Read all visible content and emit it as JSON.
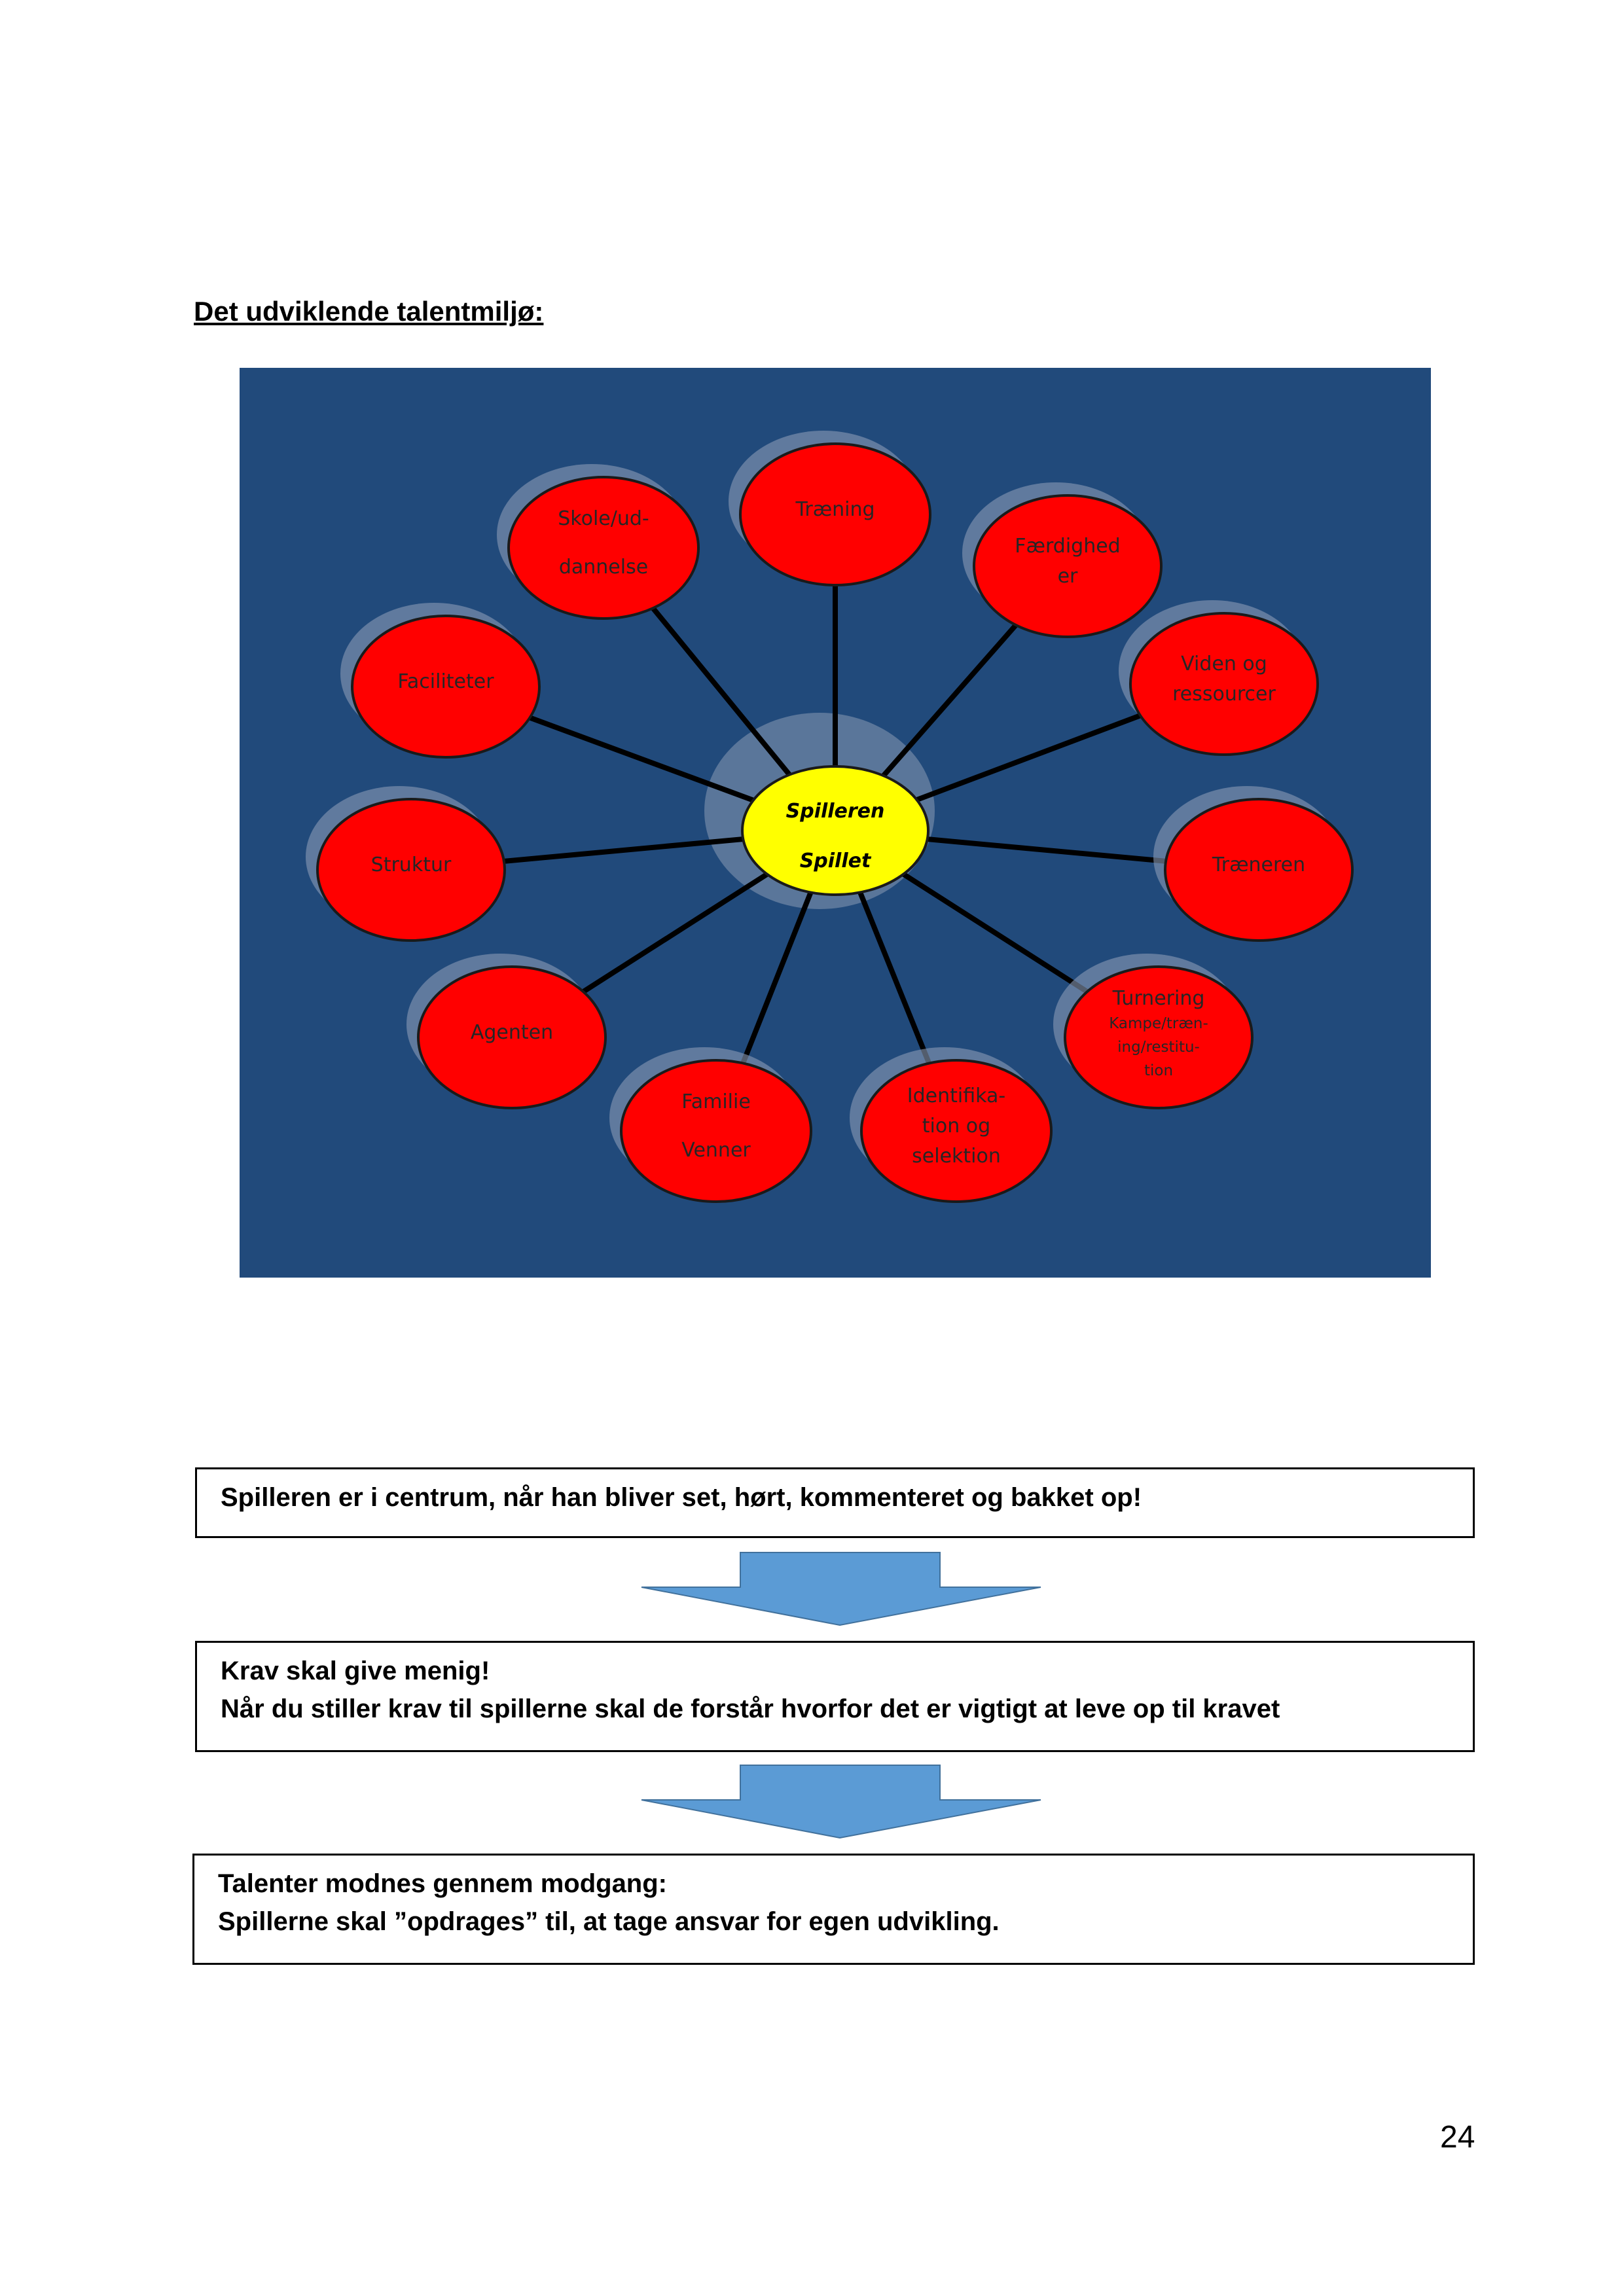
{
  "heading": "Det udviklende talentmiljø:",
  "diagram": {
    "colors": {
      "background": "#214a7b",
      "node_fill": "#ff0000",
      "center_fill": "#ffff00",
      "line": "#000000"
    },
    "center": {
      "line1": "Spilleren",
      "line2": "Spillet"
    },
    "nodes": [
      {
        "id": "traening",
        "lines": [
          "Træning"
        ]
      },
      {
        "id": "faerdigheder",
        "lines": [
          "Færdighed",
          "er"
        ]
      },
      {
        "id": "viden",
        "lines": [
          "Viden og",
          "ressourcer"
        ]
      },
      {
        "id": "traeneren",
        "lines": [
          "Træneren"
        ]
      },
      {
        "id": "turnering",
        "lines": [
          "Turnering",
          "Kampe/træn-",
          "ing/restitu-",
          "tion"
        ]
      },
      {
        "id": "identifikation",
        "lines": [
          "Identifika-",
          "tion og",
          "selektion"
        ]
      },
      {
        "id": "familie",
        "lines": [
          "Familie",
          "Venner"
        ]
      },
      {
        "id": "agenten",
        "lines": [
          "Agenten"
        ]
      },
      {
        "id": "struktur",
        "lines": [
          "Struktur"
        ]
      },
      {
        "id": "faciliteter",
        "lines": [
          "Faciliteter"
        ]
      },
      {
        "id": "skole",
        "lines": [
          "Skole/ud-",
          "dannelse"
        ]
      }
    ]
  },
  "boxes": [
    {
      "lines": [
        "Spilleren er i centrum, når han bliver set, hørt, kommenteret og bakket op!"
      ]
    },
    {
      "lines": [
        "Krav skal give menig!",
        "Når du stiller krav til spillerne skal de forstår hvorfor det er vigtigt at leve op til kravet"
      ]
    },
    {
      "lines": [
        "Talenter modnes gennem modgang:",
        "Spillerne skal ”opdrages” til, at tage ansvar for egen udvikling."
      ]
    }
  ],
  "arrow_color": "#5b9bd5",
  "page_number": "24"
}
